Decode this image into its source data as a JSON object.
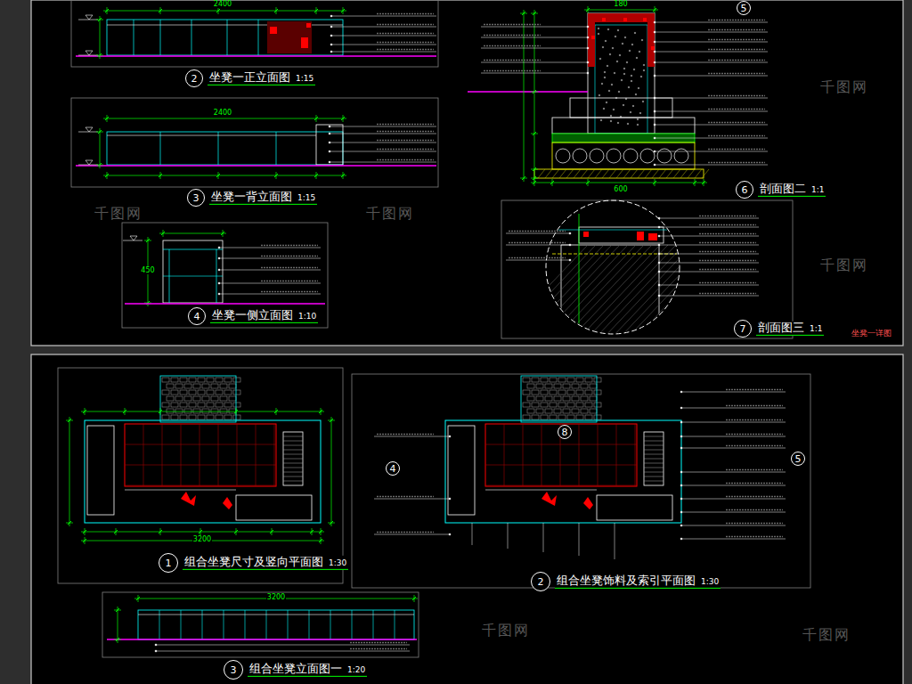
{
  "diagram": {
    "nodes": [
      {
        "text": [
          "5"
        ]
      },
      {
        "text": [
          "2",
          "坐凳一正立面图",
          "1:15"
        ]
      },
      {
        "text": [
          "3",
          "坐凳一背立面图",
          "1:15"
        ]
      },
      {
        "text": [
          "4",
          "坐凳一侧立面图",
          "1:10"
        ]
      },
      {
        "text": [
          "6",
          "剖面图二",
          "1:1"
        ]
      },
      {
        "text": [
          "7",
          "剖面图三",
          "1:1"
        ]
      },
      {
        "text": [
          "1",
          "组合坐凳尺寸及竖向平面图",
          "1:30"
        ]
      },
      {
        "text": [
          "2",
          "组合坐凳饰料及索引平面图",
          "1:30"
        ]
      },
      {
        "text": [
          "3",
          "组合坐凳立面图一",
          "1:20"
        ]
      },
      {
        "text": [
          "4"
        ]
      },
      {
        "text": [
          "5"
        ]
      },
      {
        "text": [
          "8"
        ]
      }
    ],
    "labels": [
      "2400",
      "2400",
      "180",
      "600",
      "450",
      "3200",
      "3200",
      "坐凳一详图",
      "千图网",
      "千图网",
      "千图网",
      "千图网",
      "千图网",
      "千图网"
    ]
  }
}
